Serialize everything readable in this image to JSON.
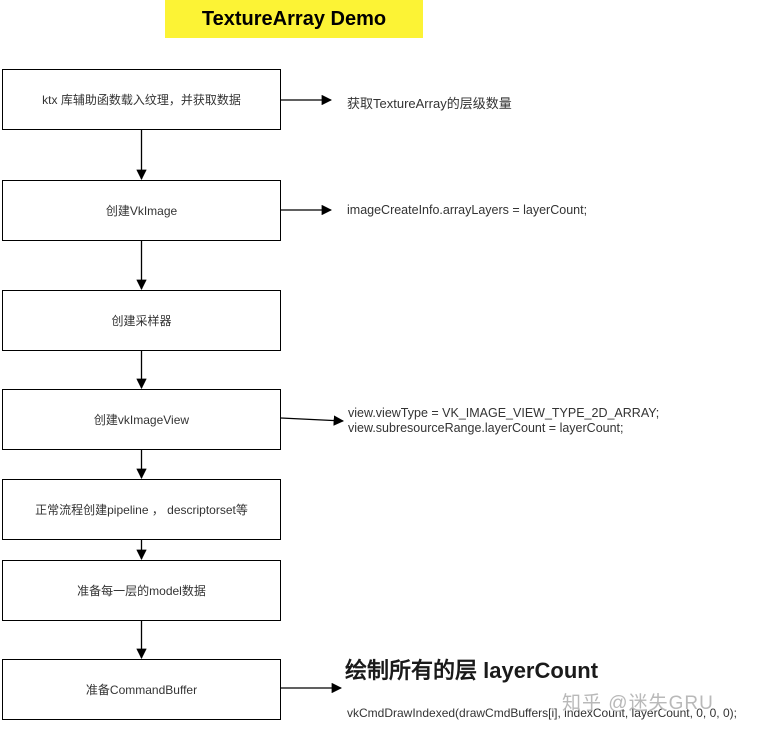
{
  "title": "TextureArray Demo",
  "colors": {
    "title_bg": "#FCF335",
    "line": "#000000",
    "box_border": "#000000",
    "text": "#333333",
    "watermark": "#B9B9B9"
  },
  "flow_boxes": [
    {
      "label": "ktx 库辅助函数载入纹理，并获取数据"
    },
    {
      "label": "创建VkImage"
    },
    {
      "label": "创建采样器"
    },
    {
      "label": "创建vkImageView"
    },
    {
      "label": "正常流程创建pipeline ， descriptorset等"
    },
    {
      "label": "准备每一层的model数据"
    },
    {
      "label": "准备CommandBuffer"
    }
  ],
  "annotations": {
    "get_layer_count": "获取TextureArray的层级数量",
    "image_create_info": "imageCreateInfo.arrayLayers = layerCount;",
    "view_type_line1": "view.viewType = VK_IMAGE_VIEW_TYPE_2D_ARRAY;",
    "view_type_line2": "view.subresourceRange.layerCount = layerCount;",
    "draw_heading": "绘制所有的层 layerCount",
    "draw_code": "vkCmdDrawIndexed(drawCmdBuffers[i], indexCount, layerCount, 0, 0, 0);"
  },
  "watermark": "知乎 @迷失GRU"
}
